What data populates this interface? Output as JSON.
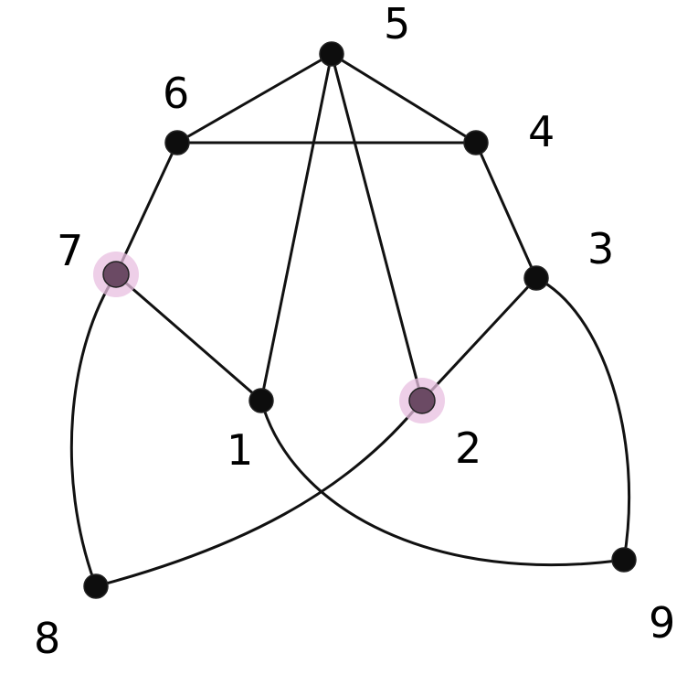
{
  "graph": {
    "highlight_color": "#e8bfe0",
    "node_color": "#0d0d0d",
    "nodes": [
      {
        "id": "1",
        "label": "1",
        "highlighted": false
      },
      {
        "id": "2",
        "label": "2",
        "highlighted": true
      },
      {
        "id": "3",
        "label": "3",
        "highlighted": false
      },
      {
        "id": "4",
        "label": "4",
        "highlighted": false
      },
      {
        "id": "5",
        "label": "5",
        "highlighted": false
      },
      {
        "id": "6",
        "label": "6",
        "highlighted": false
      },
      {
        "id": "7",
        "label": "7",
        "highlighted": true
      },
      {
        "id": "8",
        "label": "8",
        "highlighted": false
      },
      {
        "id": "9",
        "label": "9",
        "highlighted": false
      }
    ],
    "edges": [
      {
        "from": "5",
        "to": "6"
      },
      {
        "from": "5",
        "to": "4"
      },
      {
        "from": "5",
        "to": "1"
      },
      {
        "from": "5",
        "to": "2"
      },
      {
        "from": "6",
        "to": "4"
      },
      {
        "from": "6",
        "to": "7"
      },
      {
        "from": "4",
        "to": "3"
      },
      {
        "from": "7",
        "to": "1"
      },
      {
        "from": "7",
        "to": "8"
      },
      {
        "from": "3",
        "to": "2"
      },
      {
        "from": "3",
        "to": "9"
      },
      {
        "from": "2",
        "to": "8"
      },
      {
        "from": "1",
        "to": "9"
      }
    ]
  }
}
